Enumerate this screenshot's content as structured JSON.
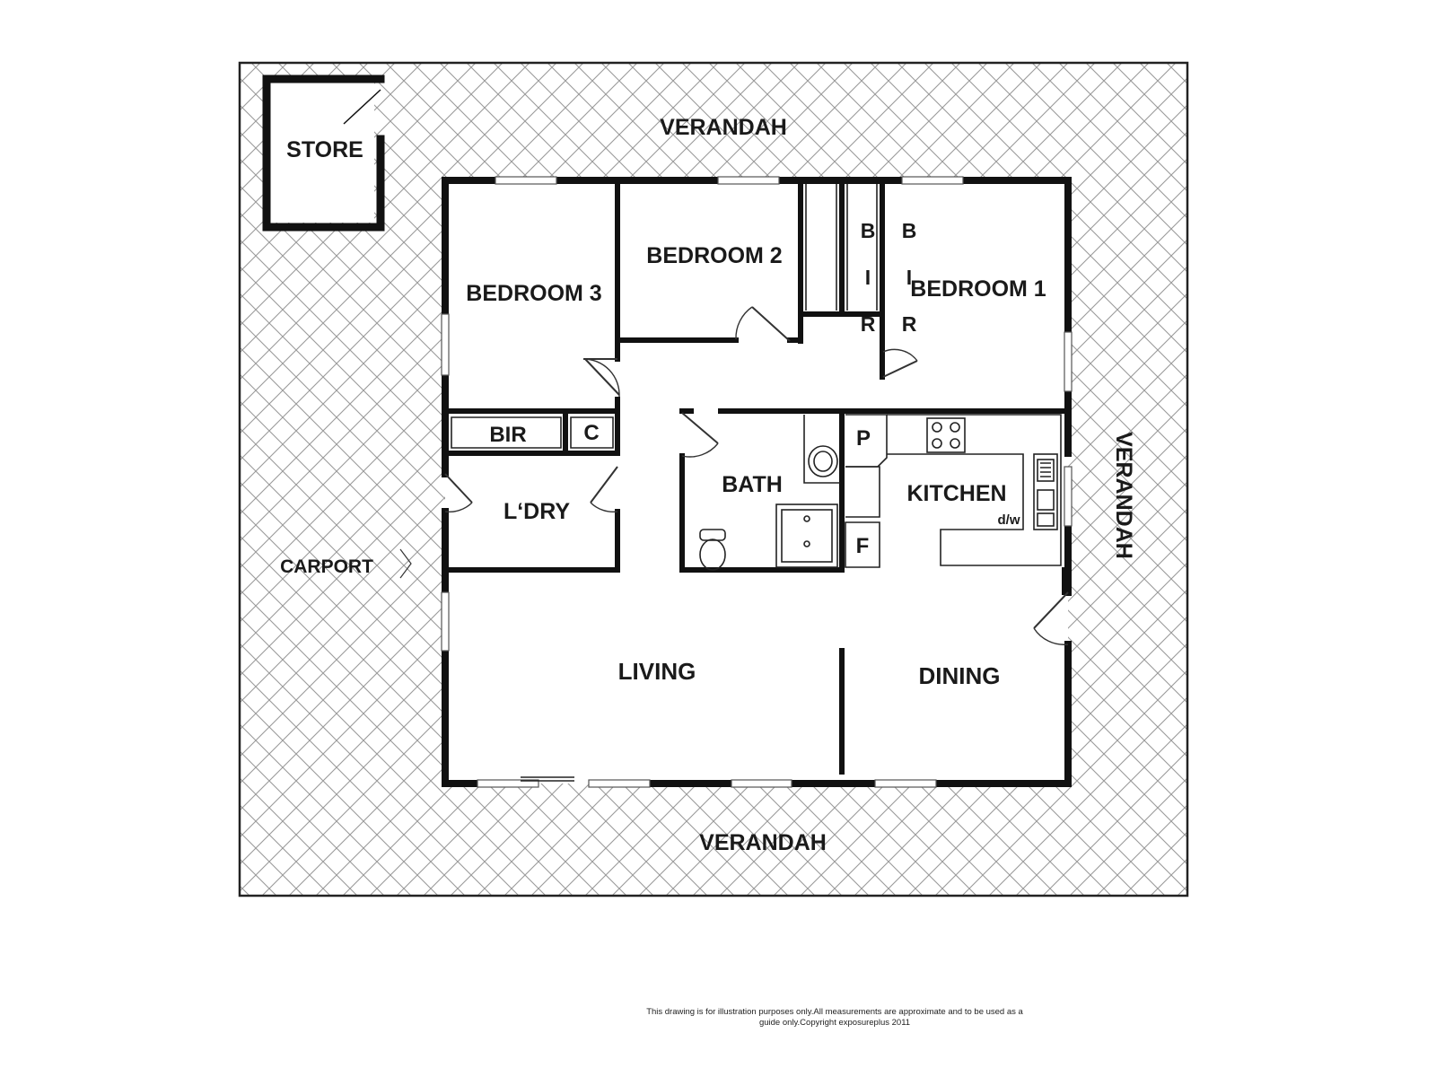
{
  "plan": {
    "labels": {
      "verandah_top": "VERANDAH",
      "verandah_right": "VERANDAH",
      "verandah_bottom": "VERANDAH",
      "store": "STORE",
      "carport": "CARPORT",
      "bedroom3": "BEDROOM 3",
      "bedroom2": "BEDROOM 2",
      "bedroom1": "BEDROOM 1",
      "bir_bed2": "B I R",
      "bir_bed1": "B I R",
      "bir_bed3": "BIR",
      "cupboard": "C",
      "laundry": "L‘DRY",
      "bath": "BATH",
      "pantry": "P",
      "fridge": "F",
      "kitchen": "KITCHEN",
      "dishwasher": "d/w",
      "living": "LIVING",
      "dining": "DINING"
    },
    "disclaimer_line1": "This drawing is for illustration purposes only.All measurements are approximate and to be used as a",
    "disclaimer_line2": "guide only.Copyright exposureplus 2011"
  }
}
